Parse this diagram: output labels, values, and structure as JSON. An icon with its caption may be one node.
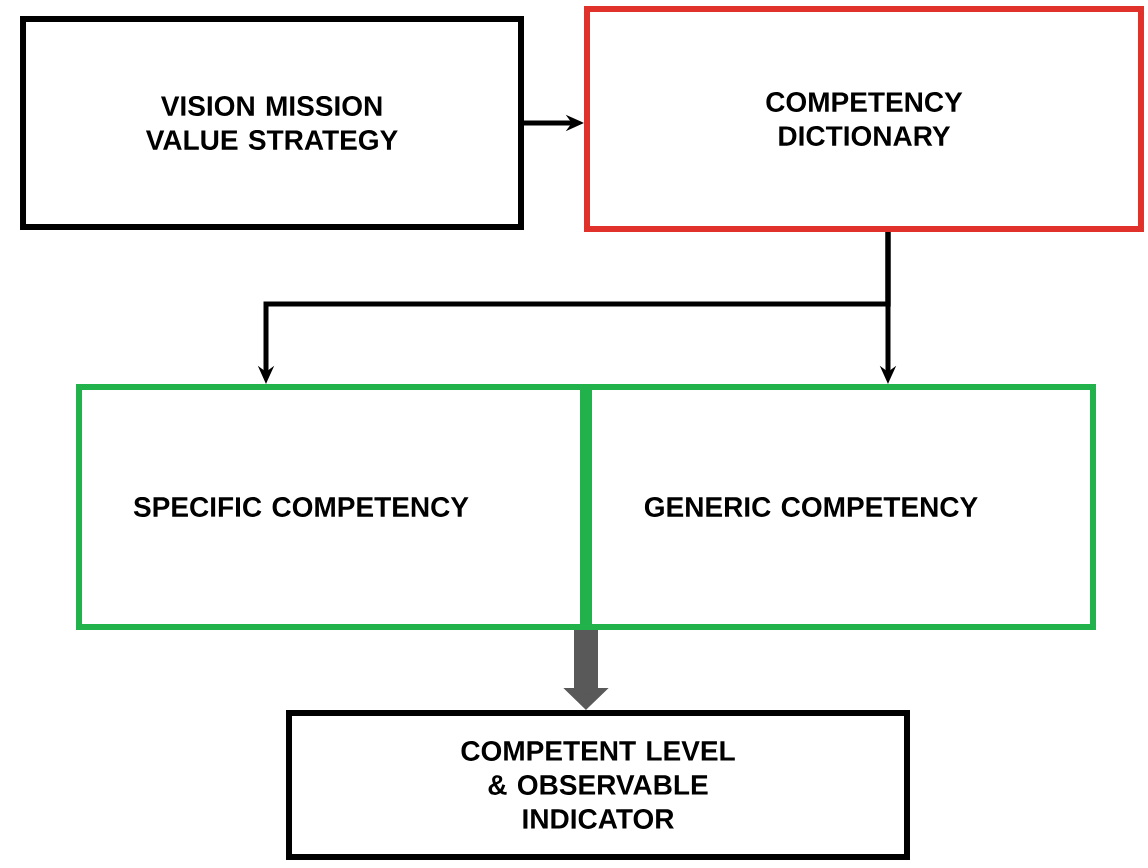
{
  "diagram": {
    "nodes": [
      {
        "text": [
          "VISION MISSION VALUE STRATEGY"
        ]
      },
      {
        "text": [
          "COMPETENCY DICTIONARY"
        ]
      },
      {
        "text": [
          "SPECIFIC COMPETENCY"
        ]
      },
      {
        "text": [
          "GENERIC COMPETENCY"
        ]
      },
      {
        "text": [
          "COMPETENT LEVEL & OBSERVABLE INDICATOR"
        ]
      }
    ],
    "edges": [
      {
        "from": 0,
        "to": 1,
        "arrow": "to"
      },
      {
        "from": 1,
        "to": 2,
        "arrow": "to"
      },
      {
        "from": 1,
        "to": 3,
        "arrow": "to"
      },
      {
        "from": 2,
        "to": 4,
        "arrow": "to",
        "style": "thick",
        "color": "#595959"
      },
      {
        "from": 3,
        "to": 4,
        "arrow": "to",
        "style": "thick",
        "color": "#595959"
      }
    ]
  }
}
